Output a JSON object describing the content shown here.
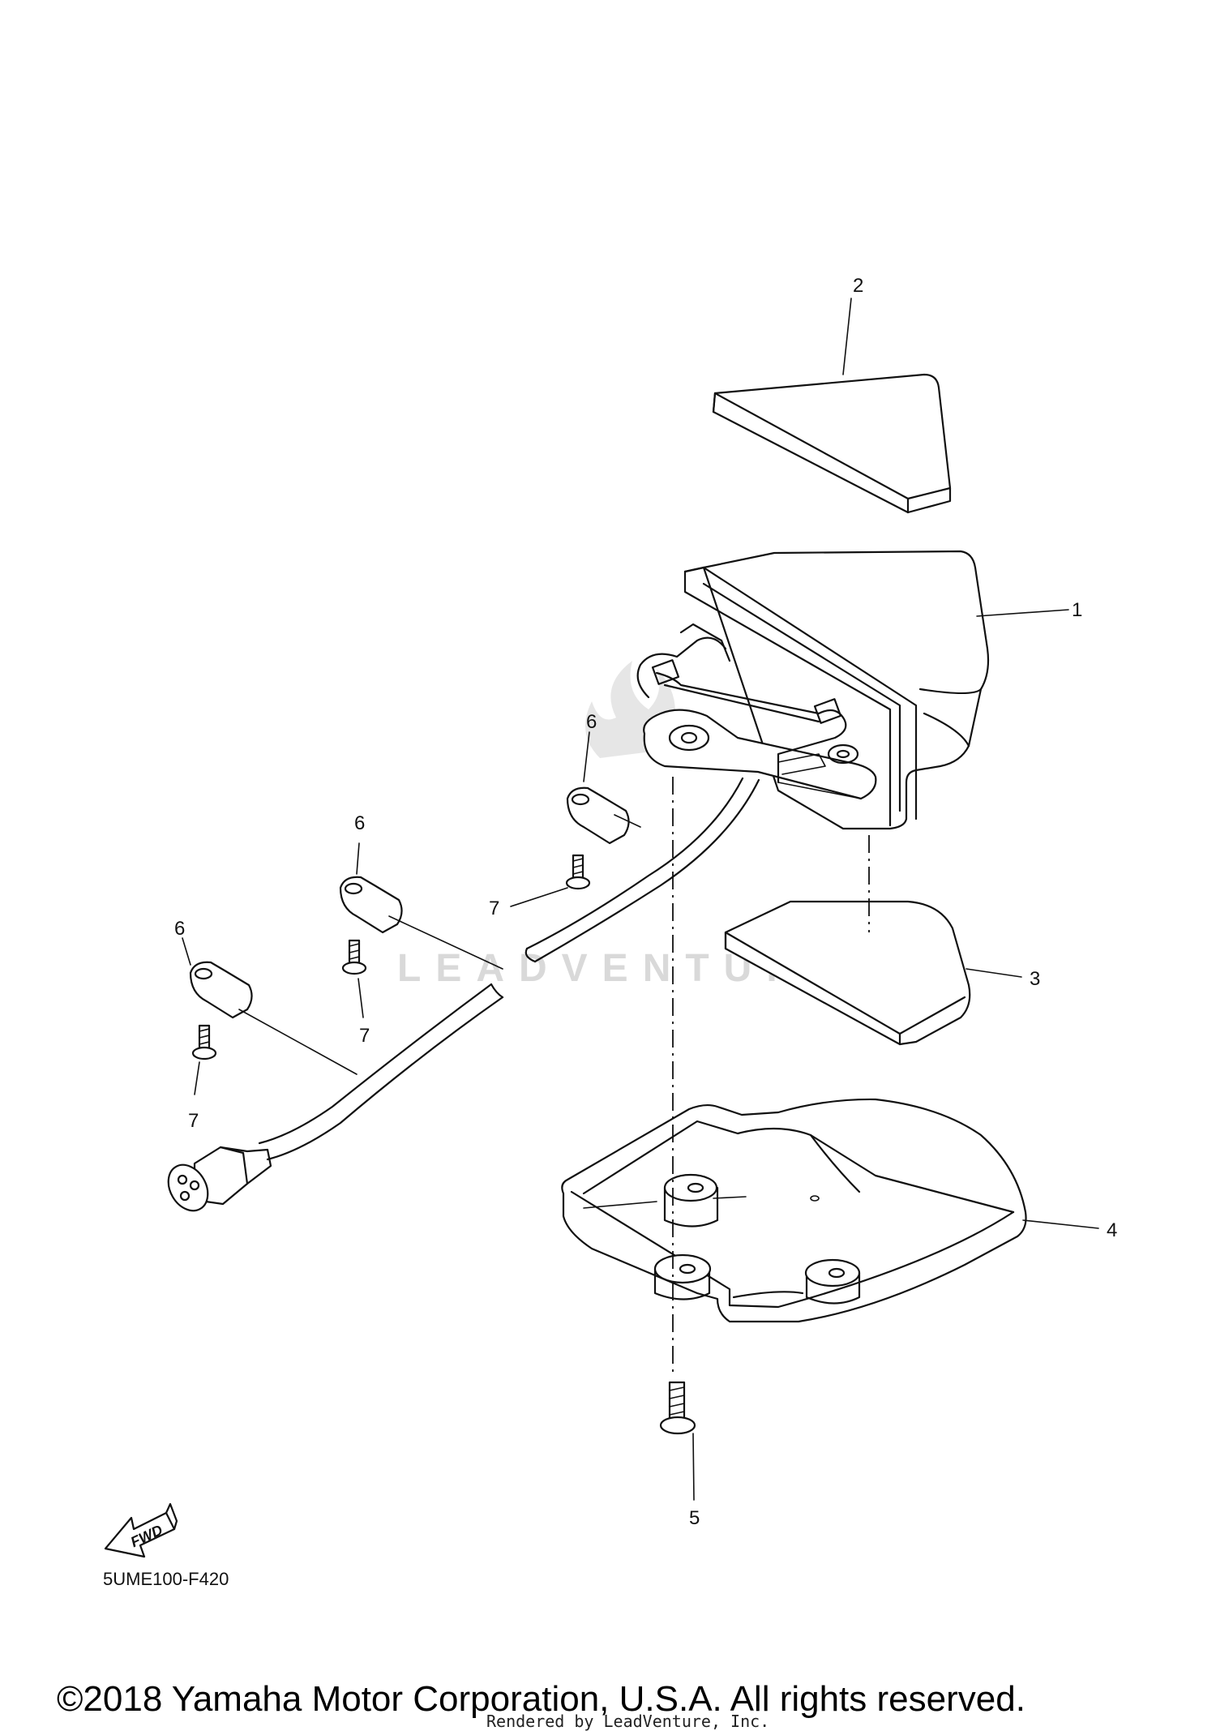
{
  "callouts": {
    "c1": "1",
    "c2": "2",
    "c3": "3",
    "c4": "4",
    "c5": "5",
    "c6a": "6",
    "c6b": "6",
    "c6c": "6",
    "c7a": "7",
    "c7b": "7",
    "c7c": "7"
  },
  "fwd_label": "FWD",
  "diagram_code": "5UME100-F420",
  "watermark": "LEADVENTURE",
  "copyright": "©2018 Yamaha Motor Corporation, U.S.A. All rights reserved.",
  "rendered_by": "Rendered by LeadVenture, Inc."
}
